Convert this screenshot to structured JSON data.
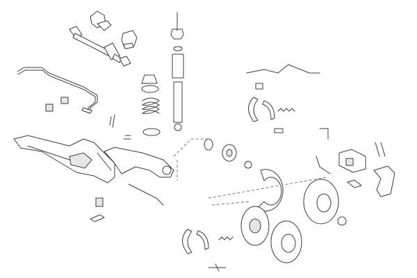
{
  "diagram": {
    "colors": {
      "background": "#ffffff",
      "line": "#3a3a3a",
      "shade": "#e6e6e6"
    },
    "parts": [
      "drive-shaft",
      "cv-boot",
      "shock-absorber",
      "coil-spring",
      "stabilizer-bar",
      "axle-beam",
      "control-arm",
      "brake-hose",
      "brake-shoes",
      "brake-disc",
      "brake-drum",
      "brake-caliper",
      "caliper-bracket",
      "wheel-hub",
      "backing-plate",
      "return-spring",
      "wear-sensor"
    ]
  }
}
